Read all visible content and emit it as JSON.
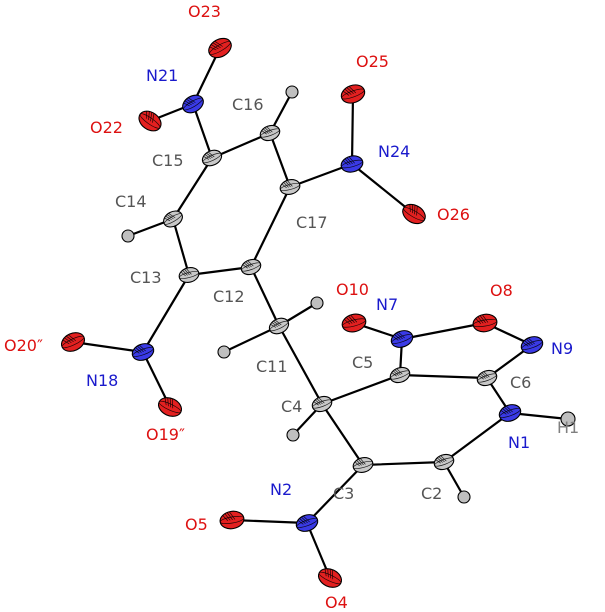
{
  "colors": {
    "carbon": "#c8c8c8",
    "nitrogen": "#3a3ae6",
    "oxygen": "#e32020",
    "hydrogen": "#bfbfbf",
    "label_carbon": "#555555",
    "label_nitrogen": "#1a1acc",
    "label_oxygen": "#dd1111",
    "label_hydrogen": "#808080"
  },
  "atoms": [
    {
      "id": "C15",
      "label": "C15",
      "element": "C"
    },
    {
      "id": "C16",
      "label": "C16",
      "element": "C"
    },
    {
      "id": "C17",
      "label": "C17",
      "element": "C"
    },
    {
      "id": "C12",
      "label": "C12",
      "element": "C"
    },
    {
      "id": "C13",
      "label": "C13",
      "element": "C"
    },
    {
      "id": "C14",
      "label": "C14",
      "element": "C"
    },
    {
      "id": "N21",
      "label": "N21",
      "element": "N"
    },
    {
      "id": "O23",
      "label": "O23",
      "element": "O"
    },
    {
      "id": "O22",
      "label": "O22",
      "element": "O"
    },
    {
      "id": "N24",
      "label": "N24",
      "element": "N"
    },
    {
      "id": "O25",
      "label": "O25",
      "element": "O"
    },
    {
      "id": "O26",
      "label": "O26",
      "element": "O"
    },
    {
      "id": "N18",
      "label": "N18",
      "element": "N"
    },
    {
      "id": "O20",
      "label": "O20″",
      "element": "O"
    },
    {
      "id": "O19",
      "label": "O19″",
      "element": "O"
    },
    {
      "id": "C11",
      "label": "C11",
      "element": "C"
    },
    {
      "id": "C4",
      "label": "C4",
      "element": "C"
    },
    {
      "id": "C5",
      "label": "C5",
      "element": "C"
    },
    {
      "id": "C6",
      "label": "C6",
      "element": "C"
    },
    {
      "id": "N7",
      "label": "N7",
      "element": "N"
    },
    {
      "id": "O10",
      "label": "O10",
      "element": "O"
    },
    {
      "id": "O8",
      "label": "O8",
      "element": "O"
    },
    {
      "id": "N9",
      "label": "N9",
      "element": "N"
    },
    {
      "id": "N1",
      "label": "N1",
      "element": "N"
    },
    {
      "id": "H1",
      "label": "H1",
      "element": "H"
    },
    {
      "id": "C2",
      "label": "C2",
      "element": "C"
    },
    {
      "id": "C3",
      "label": "C3",
      "element": "C"
    },
    {
      "id": "N2",
      "label": "N2",
      "element": "N"
    },
    {
      "id": "O5",
      "label": "O5",
      "element": "O"
    },
    {
      "id": "O4",
      "label": "O4",
      "element": "O"
    },
    {
      "id": "H16",
      "label": "",
      "element": "H"
    },
    {
      "id": "H14",
      "label": "",
      "element": "H"
    },
    {
      "id": "H11a",
      "label": "",
      "element": "H"
    },
    {
      "id": "H11b",
      "label": "",
      "element": "H"
    },
    {
      "id": "H4",
      "label": "",
      "element": "H"
    },
    {
      "id": "H2",
      "label": "",
      "element": "H"
    }
  ],
  "bonds": [
    [
      "C15",
      "C16"
    ],
    [
      "C16",
      "C17"
    ],
    [
      "C17",
      "C12"
    ],
    [
      "C12",
      "C13"
    ],
    [
      "C13",
      "C14"
    ],
    [
      "C14",
      "C15"
    ],
    [
      "C15",
      "N21"
    ],
    [
      "N21",
      "O23"
    ],
    [
      "N21",
      "O22"
    ],
    [
      "C17",
      "N24"
    ],
    [
      "N24",
      "O25"
    ],
    [
      "N24",
      "O26"
    ],
    [
      "C13",
      "N18"
    ],
    [
      "N18",
      "O20"
    ],
    [
      "N18",
      "O19"
    ],
    [
      "C12",
      "C11"
    ],
    [
      "C11",
      "C4"
    ],
    [
      "C11",
      "H11a"
    ],
    [
      "C11",
      "H11b"
    ],
    [
      "C4",
      "C5"
    ],
    [
      "C4",
      "C3"
    ],
    [
      "C4",
      "H4"
    ],
    [
      "C5",
      "N7"
    ],
    [
      "N7",
      "O10"
    ],
    [
      "N7",
      "O8"
    ],
    [
      "O8",
      "N9"
    ],
    [
      "N9",
      "C6"
    ],
    [
      "C6",
      "C5"
    ],
    [
      "C6",
      "N1"
    ],
    [
      "N1",
      "H1"
    ],
    [
      "N1",
      "C2"
    ],
    [
      "C2",
      "C3"
    ],
    [
      "C2",
      "H2"
    ],
    [
      "C3",
      "N2"
    ],
    [
      "N2",
      "O5"
    ],
    [
      "N2",
      "O4"
    ],
    [
      "C16",
      "H16"
    ],
    [
      "C14",
      "H14"
    ]
  ]
}
